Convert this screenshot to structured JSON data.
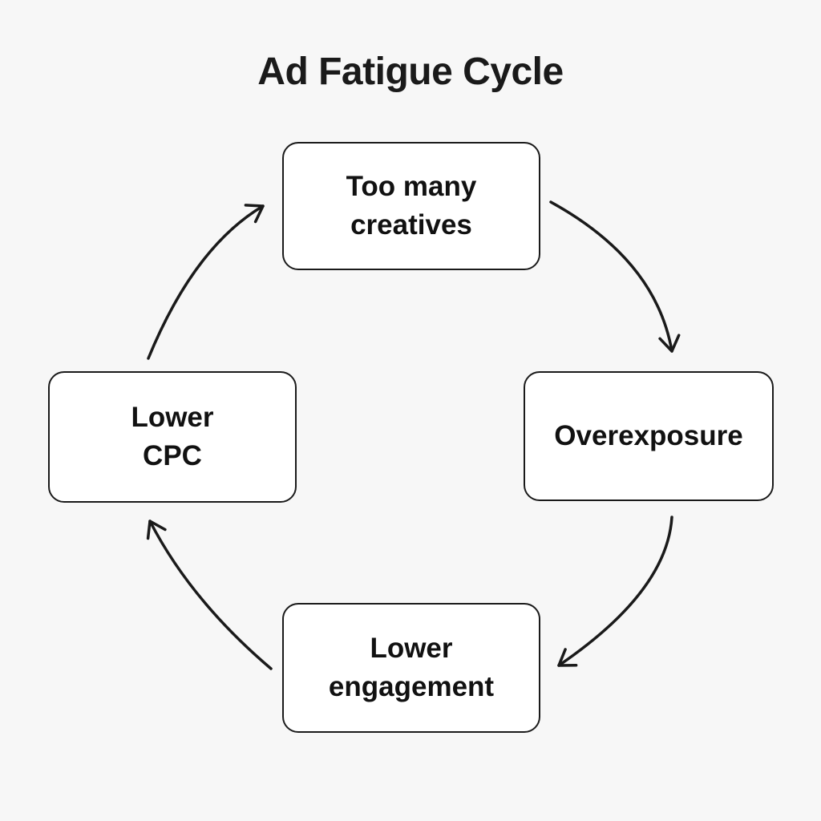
{
  "title": "Ad Fatigue Cycle",
  "diagram": {
    "type": "cycle",
    "direction": "clockwise",
    "nodes": [
      {
        "id": "too-many-creatives",
        "label": "Too many creatives",
        "lines": [
          "Too many",
          "creatives"
        ],
        "position": "top"
      },
      {
        "id": "overexposure",
        "label": "Overexposure",
        "lines": [
          "Overexposure"
        ],
        "position": "right"
      },
      {
        "id": "lower-engagement",
        "label": "Lower engagement",
        "lines": [
          "Lower",
          "engagement"
        ],
        "position": "bottom"
      },
      {
        "id": "lower-cpc",
        "label": "Lower CPC",
        "lines": [
          "Lower",
          "CPC"
        ],
        "position": "left"
      }
    ],
    "edges": [
      {
        "from": "too-many-creatives",
        "to": "overexposure"
      },
      {
        "from": "overexposure",
        "to": "lower-engagement"
      },
      {
        "from": "lower-engagement",
        "to": "lower-cpc"
      },
      {
        "from": "lower-cpc",
        "to": "too-many-creatives"
      }
    ]
  },
  "colors": {
    "background": "#f7f7f7",
    "node_fill": "#ffffff",
    "node_border": "#1a1a1a",
    "arrow": "#1a1a1a",
    "text": "#111111"
  }
}
